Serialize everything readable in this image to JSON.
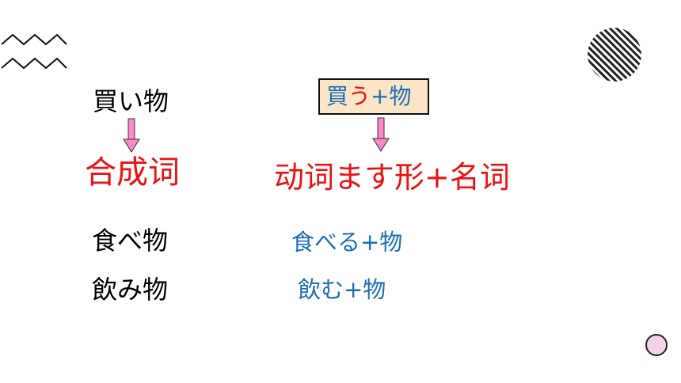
{
  "slide": {
    "left_words": [
      "買い物",
      "食べ物",
      "飲み物"
    ],
    "compound_label": "合成词",
    "formula_box": {
      "part1": "買",
      "part2": "う",
      "part3": "+物"
    },
    "rule": {
      "part1": "动词",
      "part2": "ます",
      "part3": "形+名词"
    },
    "examples": [
      "食べる+物",
      "飲む+物"
    ],
    "colors": {
      "blue": "#1f6fb5",
      "red": "#ee1111",
      "box_fill": "#fbe5c7",
      "arrow": "#ff88c8",
      "circle": "#f4d3ea"
    }
  }
}
